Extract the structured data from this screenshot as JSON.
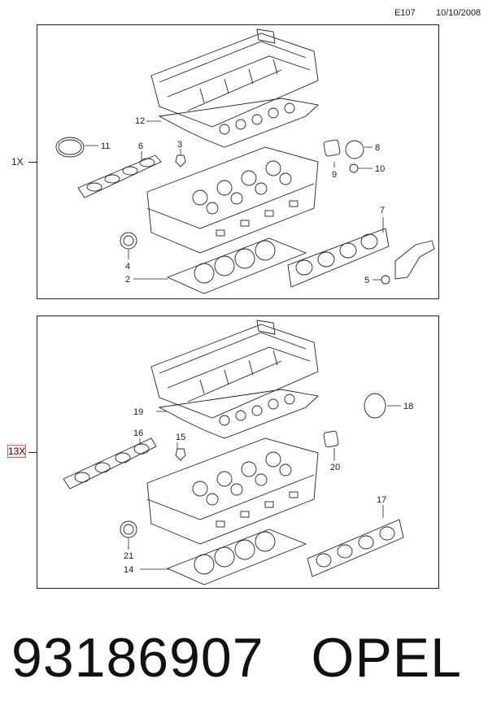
{
  "header": {
    "code": "E107",
    "date": "10/10/2008"
  },
  "panels": [
    {
      "quantity": "1X",
      "callouts": [
        "11",
        "6",
        "3",
        "12",
        "9",
        "8",
        "10",
        "7",
        "4",
        "2",
        "5"
      ]
    },
    {
      "quantity": "13X",
      "callouts": [
        "19",
        "16",
        "15",
        "18",
        "20",
        "17",
        "21",
        "14"
      ]
    }
  ],
  "footer": {
    "part_number": "93186907",
    "brand": "OPEL"
  }
}
